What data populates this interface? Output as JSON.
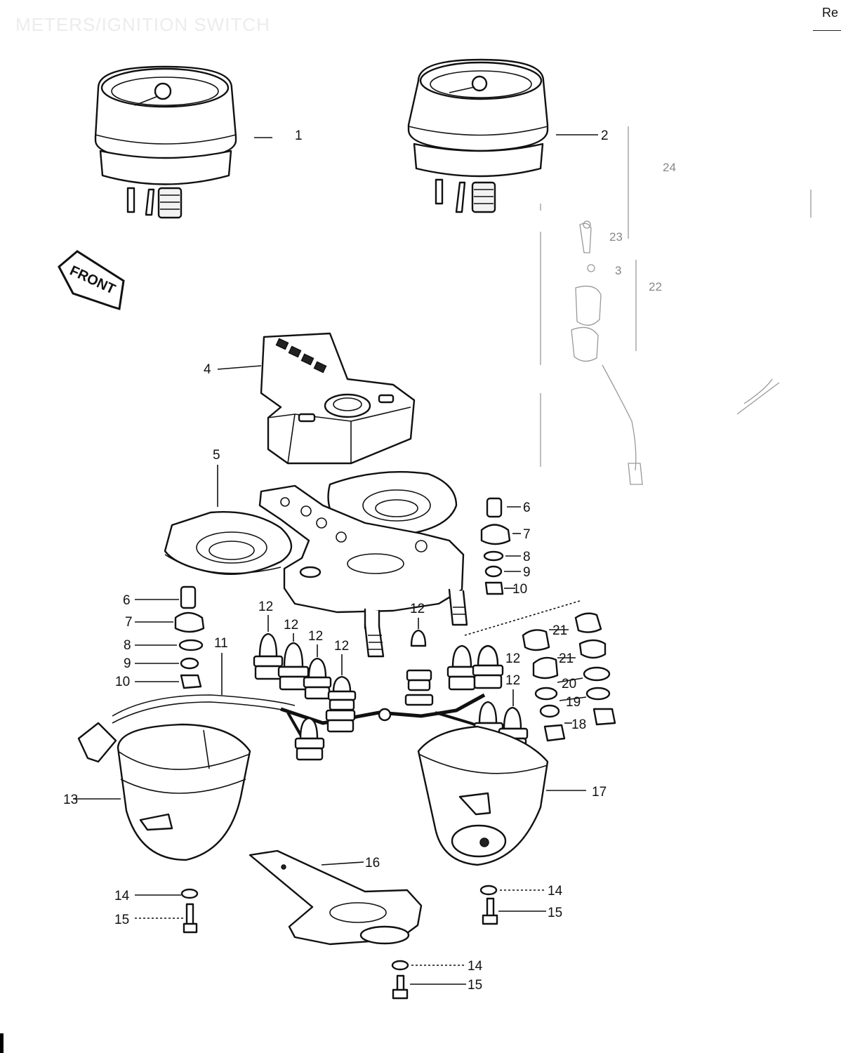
{
  "header": {
    "title": "METERS/IGNITION SWITCH",
    "corner_text": "Re"
  },
  "front_label": "FRONT",
  "callouts": {
    "c1": "1",
    "c2": "2",
    "c3": "3",
    "c4": "4",
    "c5": "5",
    "c6a": "6",
    "c6b": "6",
    "c7a": "7",
    "c7b": "7",
    "c8a": "8",
    "c8b": "8",
    "c9a": "9",
    "c9b": "9",
    "c10a": "10",
    "c10b": "10",
    "c11": "11",
    "c12a": "12",
    "c12b": "12",
    "c12c": "12",
    "c12d": "12",
    "c12e": "12",
    "c12f": "12",
    "c12g": "12",
    "c13": "13",
    "c14a": "14",
    "c14b": "14",
    "c14c": "14",
    "c15a": "15",
    "c15b": "15",
    "c15c": "15",
    "c16": "16",
    "c17": "17",
    "c18": "18",
    "c19": "19",
    "c20": "20",
    "c21a": "21",
    "c21b": "21",
    "c22": "22",
    "c23": "23",
    "c24": "24"
  }
}
